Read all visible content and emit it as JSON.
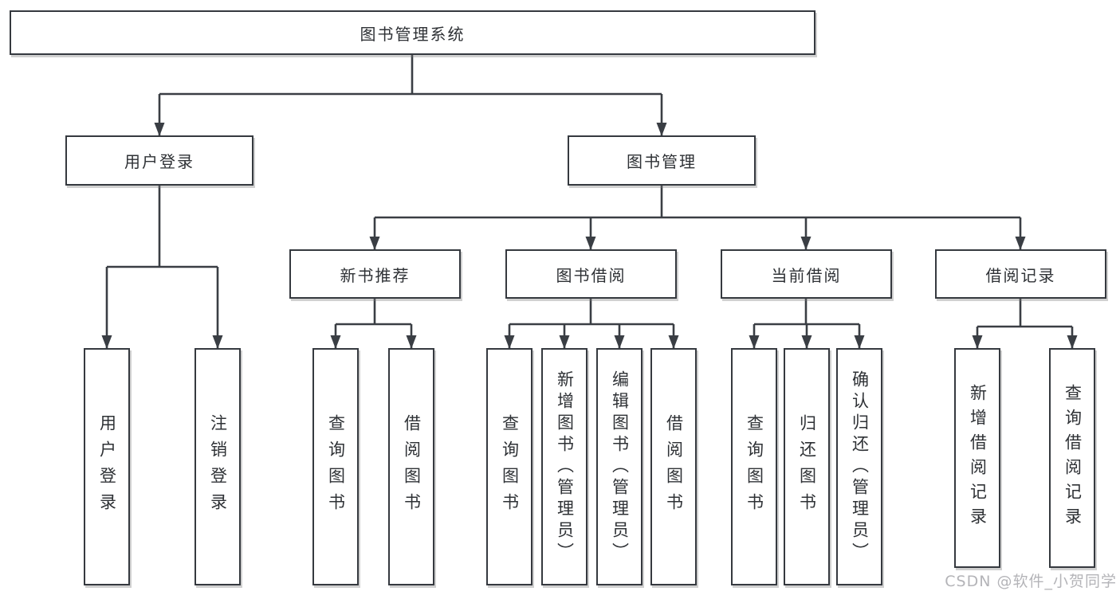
{
  "diagram": {
    "root": {
      "label": "图书管理系统"
    },
    "level2": [
      {
        "label": "用户登录"
      },
      {
        "label": "图书管理"
      }
    ],
    "level3": [
      {
        "label": "新书推荐"
      },
      {
        "label": "图书借阅"
      },
      {
        "label": "当前借阅"
      },
      {
        "label": "借阅记录"
      }
    ],
    "leaves": [
      {
        "parent": "用户登录",
        "label": "用户登录"
      },
      {
        "parent": "用户登录",
        "label": "注销登录"
      },
      {
        "parent": "新书推荐",
        "label": "查询图书"
      },
      {
        "parent": "新书推荐",
        "label": "借阅图书"
      },
      {
        "parent": "图书借阅",
        "label": "查询图书"
      },
      {
        "parent": "图书借阅",
        "label": "新增图书（管理员）"
      },
      {
        "parent": "图书借阅",
        "label": "编辑图书（管理员）"
      },
      {
        "parent": "图书借阅",
        "label": "借阅图书"
      },
      {
        "parent": "当前借阅",
        "label": "查询图书"
      },
      {
        "parent": "当前借阅",
        "label": "归还图书"
      },
      {
        "parent": "当前借阅",
        "label": "确认归还（管理员）"
      },
      {
        "parent": "借阅记录",
        "label": "新增借阅记录"
      },
      {
        "parent": "借阅记录",
        "label": "查询借阅记录"
      }
    ],
    "colors": {
      "line": "#3a3e44",
      "box_border": "#35393f",
      "text": "#2e3135",
      "background": "#ffffff",
      "watermark": "#b4b4b8"
    }
  },
  "watermark": {
    "text": "CSDN @软件_小贺同学"
  }
}
